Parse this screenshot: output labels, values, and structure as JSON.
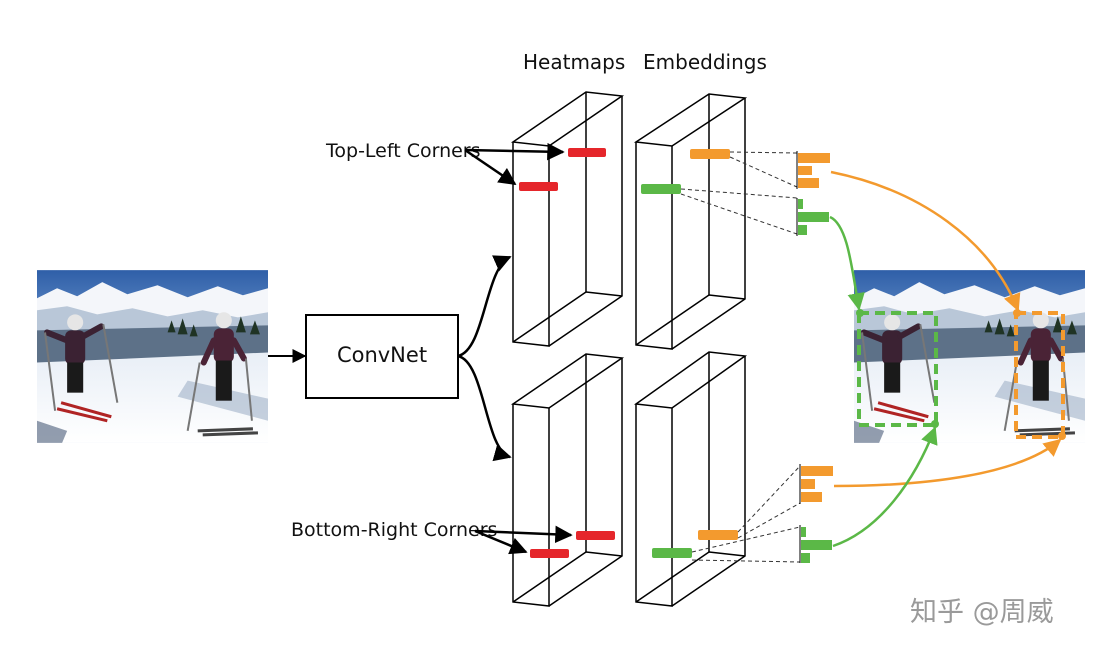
{
  "headers": {
    "heatmaps": "Heatmaps",
    "embeddings": "Embeddings"
  },
  "labels": {
    "top_left": "Top-Left Corners",
    "bottom_right": "Bottom-Right Corners"
  },
  "network": {
    "label": "ConvNet"
  },
  "watermark": "知乎 @周威",
  "colors": {
    "heatmap_mark": "#e5262b",
    "embedding_orange": "#f39a2e",
    "embedding_green": "#5bb847",
    "line": "#000000"
  },
  "photos": {
    "input": "ski-photo-two-skiers",
    "output": "ski-photo-two-skiers-with-boxes"
  }
}
